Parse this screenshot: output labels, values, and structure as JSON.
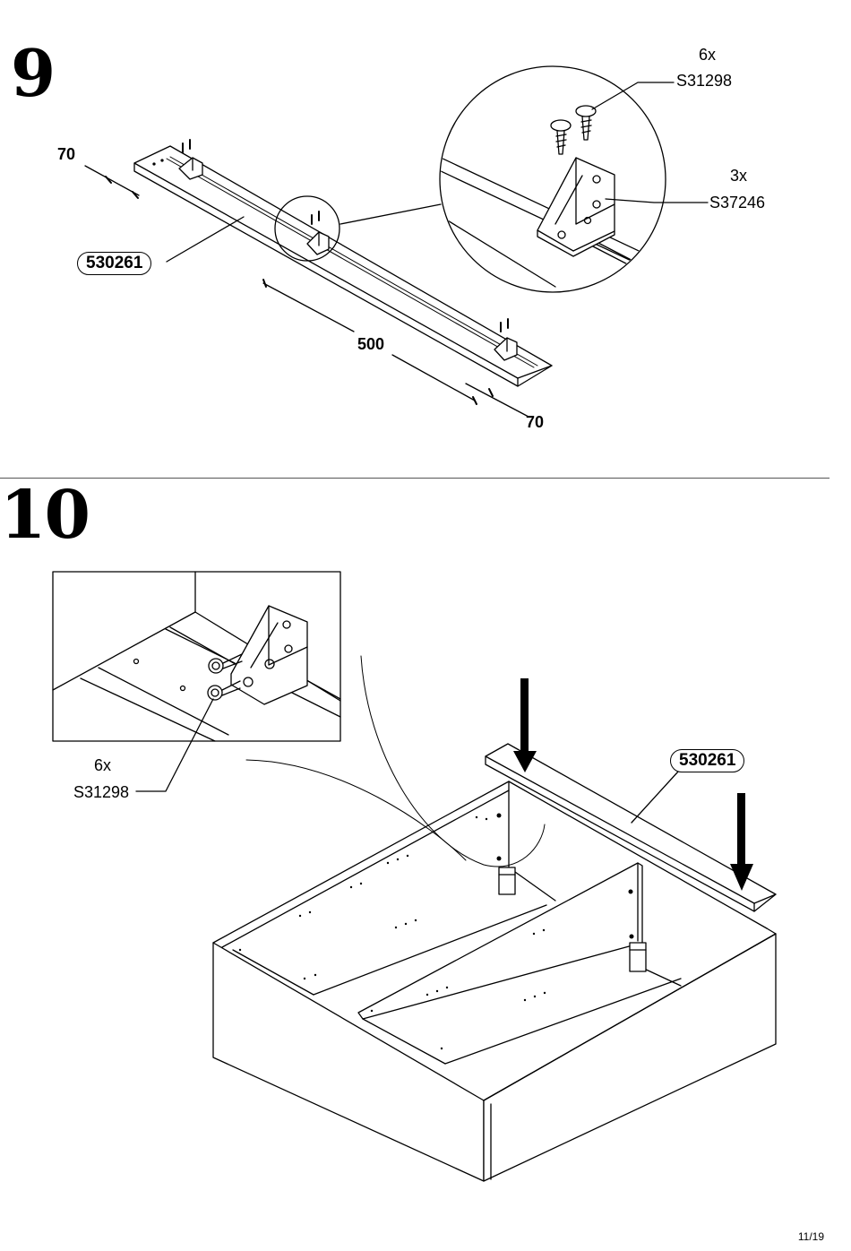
{
  "step9": {
    "number": "9",
    "dim_left": "70",
    "dim_middle": "500",
    "dim_right": "70",
    "part_number": "530261",
    "screw_qty": "6x",
    "screw_code": "S31298",
    "bracket_qty": "3x",
    "bracket_code": "S37246"
  },
  "step10": {
    "number": "10",
    "screw_qty": "6x",
    "screw_code": "S31298",
    "part_number": "530261"
  },
  "footer": {
    "page": "11/19"
  }
}
